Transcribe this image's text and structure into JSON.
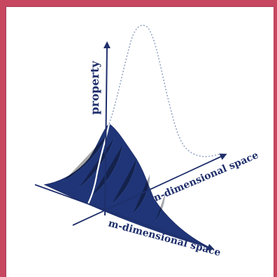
{
  "diagram": {
    "labels": {
      "property": "property",
      "n_space": "n-dimensional space",
      "m_space": "m-dimensional space"
    },
    "colors": {
      "frame": "#c74660",
      "panel": "#ffffff",
      "ink": "#1f2f6b",
      "fill": "#1f3577"
    }
  }
}
